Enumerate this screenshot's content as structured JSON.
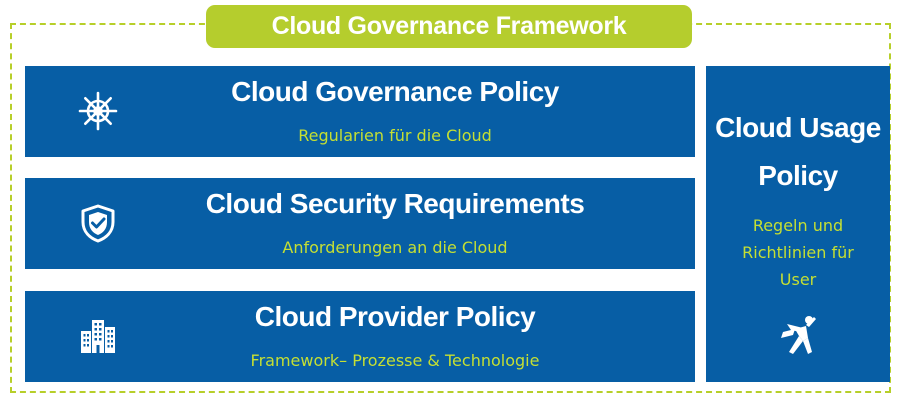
{
  "title": "Cloud Governance Framework",
  "layers": [
    {
      "heading": "Cloud Governance Policy",
      "subtitle": "Regularien für die Cloud",
      "icon": "ship-wheel-icon"
    },
    {
      "heading": "Cloud Security Requirements",
      "subtitle": "Anforderungen an die Cloud",
      "icon": "shield-check-icon"
    },
    {
      "heading": "Cloud Provider Policy",
      "subtitle": "Framework– Prozesse & Technologie",
      "icon": "city-buildings-icon"
    }
  ],
  "side_panel": {
    "heading_lines": [
      "Cloud Usage",
      "Policy"
    ],
    "subtitle_lines": [
      "Regeln und",
      "Richtlinien für",
      "User"
    ],
    "icon": "superhero-icon"
  },
  "colors": {
    "primary_blue": "#075ea5",
    "accent_green": "#b5cd2d",
    "subtitle_green": "#c5df33",
    "text_white": "#ffffff"
  }
}
